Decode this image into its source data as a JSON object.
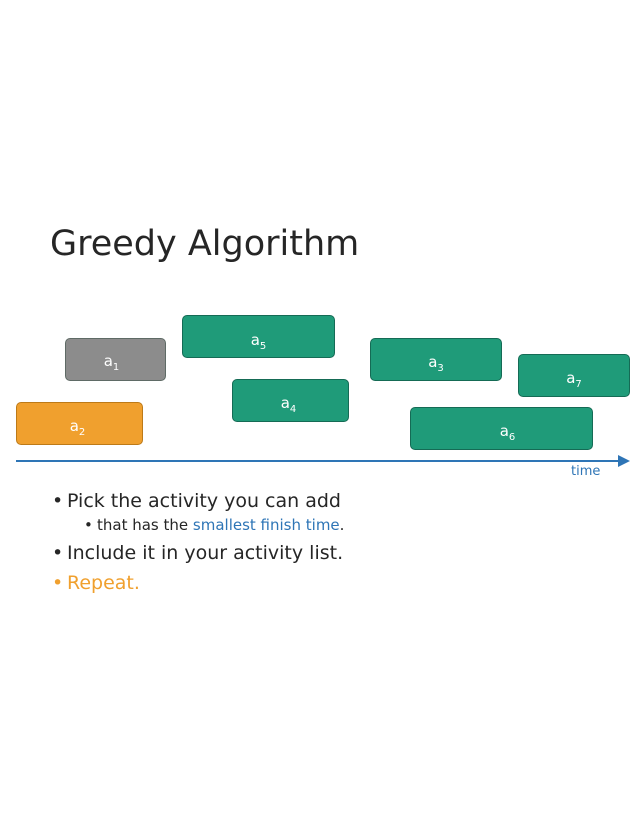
{
  "slide": {
    "title": "Greedy Algorithm",
    "activities": [
      {
        "id": "a1",
        "base": "a",
        "sub": "1",
        "color": "#8c8c8c"
      },
      {
        "id": "a2",
        "base": "a",
        "sub": "2",
        "color": "#f0a02e"
      },
      {
        "id": "a3",
        "base": "a",
        "sub": "3",
        "color": "#1f9b79"
      },
      {
        "id": "a4",
        "base": "a",
        "sub": "4",
        "color": "#1f9b79"
      },
      {
        "id": "a5",
        "base": "a",
        "sub": "5",
        "color": "#1f9b79"
      },
      {
        "id": "a6",
        "base": "a",
        "sub": "6",
        "color": "#1f9b79"
      },
      {
        "id": "a7",
        "base": "a",
        "sub": "7",
        "color": "#1f9b79"
      }
    ],
    "axis_label": "time",
    "bullets": {
      "b1": "Pick the activity you can add",
      "b2_prefix": "that has the ",
      "b2_highlight": "smallest finish time",
      "b2_suffix": ".",
      "b3": "Include it in your activity list.",
      "b4": "Repeat."
    },
    "bullet_symbol": "•",
    "colors": {
      "selected": "#f0a02e",
      "excluded": "#8c8c8c",
      "candidate": "#1f9b79",
      "axis": "#2e75b6",
      "highlight": "#2e75b6"
    }
  }
}
